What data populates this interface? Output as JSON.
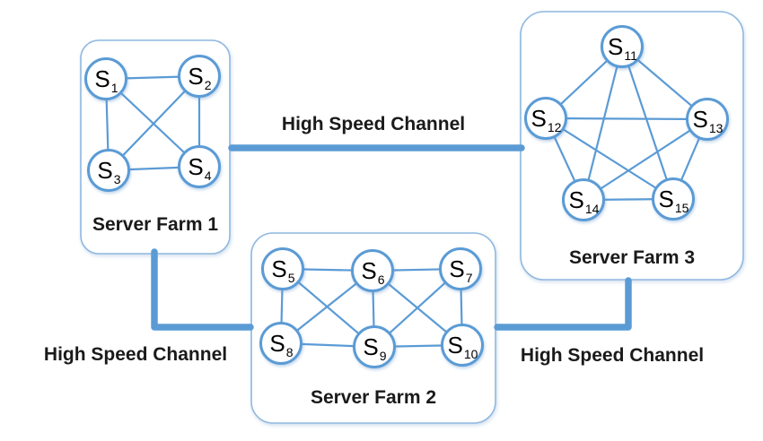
{
  "diagram": {
    "type": "network-topology-figure",
    "farms": [
      {
        "title": "Server Farm 1",
        "topology": "complete-graph-K4",
        "nodes": [
          {
            "base": "S",
            "sub": "1"
          },
          {
            "base": "S",
            "sub": "2"
          },
          {
            "base": "S",
            "sub": "3"
          },
          {
            "base": "S",
            "sub": "4"
          }
        ]
      },
      {
        "title": "Server Farm 2",
        "topology": "2x3-grid-with-cross-links",
        "nodes": [
          {
            "base": "S",
            "sub": "5"
          },
          {
            "base": "S",
            "sub": "6"
          },
          {
            "base": "S",
            "sub": "7"
          },
          {
            "base": "S",
            "sub": "8"
          },
          {
            "base": "S",
            "sub": "9"
          },
          {
            "base": "S",
            "sub": "10"
          }
        ]
      },
      {
        "title": "Server Farm 3",
        "topology": "complete-graph-K5-pentagon",
        "nodes": [
          {
            "base": "S",
            "sub": "11"
          },
          {
            "base": "S",
            "sub": "12"
          },
          {
            "base": "S",
            "sub": "13"
          },
          {
            "base": "S",
            "sub": "14"
          },
          {
            "base": "S",
            "sub": "15"
          }
        ]
      }
    ],
    "channels": [
      {
        "label": "High Speed Channel",
        "connects": "Server Farm 1 - Server Farm 3"
      },
      {
        "label": "High Speed Channel",
        "connects": "Server Farm 1 - Server Farm 2"
      },
      {
        "label": "High Speed Channel",
        "connects": "Server Farm 2 - Server Farm 3"
      }
    ],
    "colors": {
      "line_blue": "#5B9BD5",
      "box_border_blue": "#8FB8E0",
      "label_text": "#1a1a1a"
    }
  }
}
